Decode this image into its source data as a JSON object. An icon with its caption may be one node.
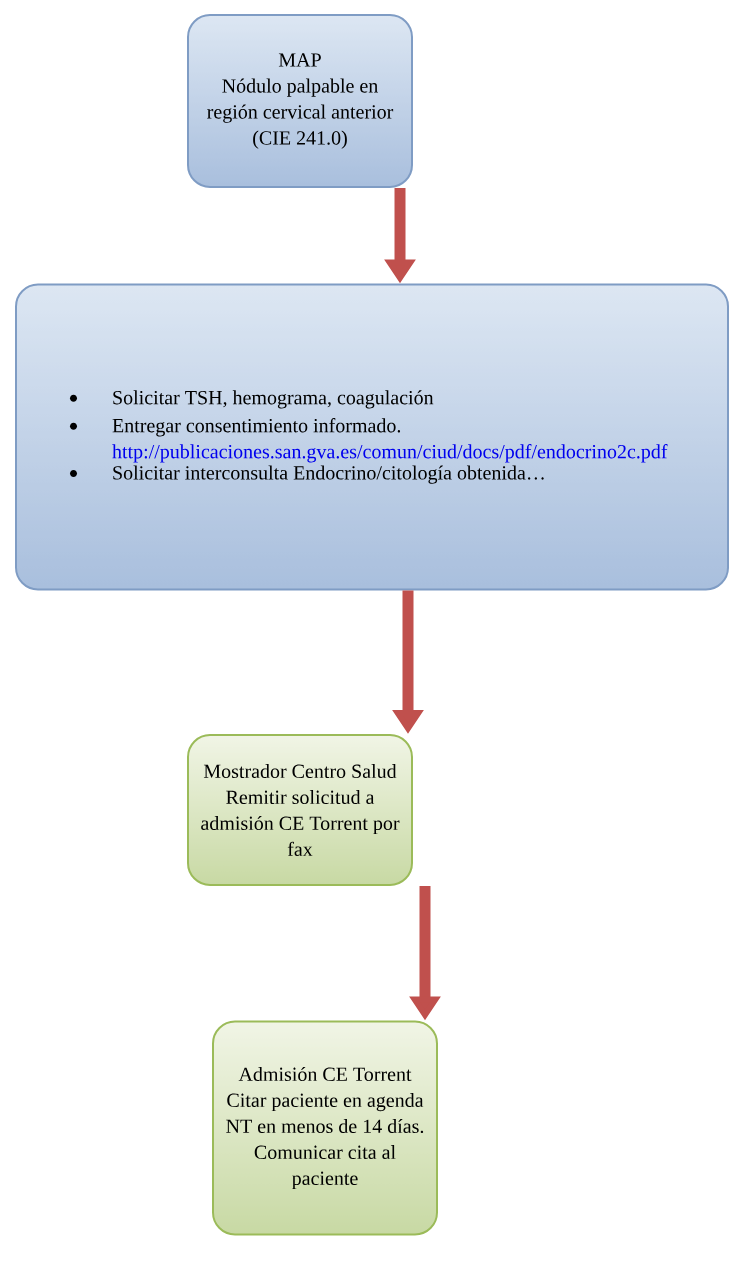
{
  "diagram": {
    "nodes": [
      {
        "text": [
          "MAP",
          "Nódulo palpable en región cervical anterior (CIE 241.0)"
        ]
      },
      {
        "text": [
          "Solicitar TSH, hemograma, coagulación",
          "Entregar consentimiento informado.",
          "http://publicaciones.san.gva.es/comun/ciud/docs/pdf/endocrino2c.pdf",
          "Solicitar interconsulta Endocrino/citología obtenida…"
        ]
      },
      {
        "text": [
          "Mostrador Centro Salud",
          "Remitir solicitud a admisión CE Torrent por fax"
        ]
      },
      {
        "text": [
          "Admisión CE Torrent",
          "Citar paciente en agenda NT en menos de 14 días.",
          "Comunicar cita al paciente"
        ]
      }
    ],
    "edges": [
      {
        "from": 0,
        "to": 1,
        "arrow": "to"
      },
      {
        "from": 1,
        "to": 2,
        "arrow": "to"
      },
      {
        "from": 2,
        "to": 3,
        "arrow": "to"
      }
    ]
  }
}
